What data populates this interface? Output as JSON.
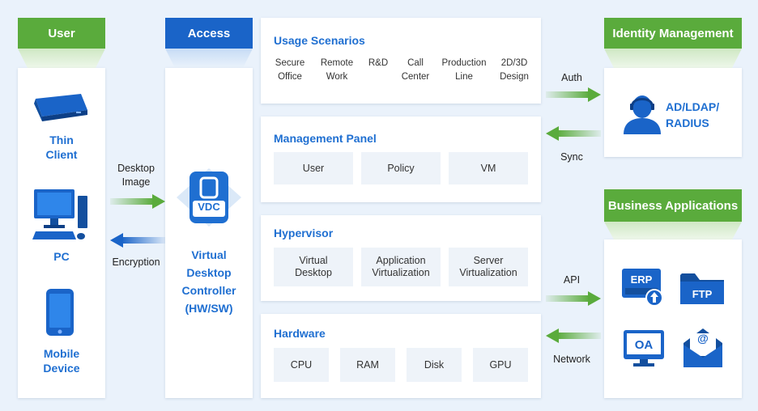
{
  "colors": {
    "green": "#5aab3c",
    "blue": "#1a64c8",
    "text_blue": "#1f6fd1"
  },
  "user": {
    "header": "User",
    "thin_client": "Thin\nClient",
    "pc": "PC",
    "mobile": "Mobile\nDevice"
  },
  "access": {
    "header": "Access",
    "vdc_label": "VDC",
    "controller": "Virtual\nDesktop\nController\n(HW/SW)"
  },
  "arrows_left": {
    "desktop_image": "Desktop\nImage",
    "encryption": "Encryption"
  },
  "usage": {
    "title": "Usage Scenarios",
    "items": [
      "Secure\nOffice",
      "Remote\nWork",
      "R&D",
      "Call\nCenter",
      "Production\nLine",
      "2D/3D\nDesign"
    ]
  },
  "management": {
    "title": "Management Panel",
    "items": [
      "User",
      "Policy",
      "VM"
    ]
  },
  "hypervisor": {
    "title": "Hypervisor",
    "items": [
      "Virtual\nDesktop",
      "Application\nVirtualization",
      "Server\nVirtualization"
    ]
  },
  "hardware": {
    "title": "Hardware",
    "items": [
      "CPU",
      "RAM",
      "Disk",
      "GPU"
    ]
  },
  "arrows_right": {
    "auth": "Auth",
    "sync": "Sync",
    "api": "API",
    "network": "Network"
  },
  "identity": {
    "header": "Identity Management",
    "label": "AD/LDAP/\nRADIUS"
  },
  "business": {
    "header": "Business Applications",
    "erp": "ERP",
    "ftp": "FTP",
    "oa": "OA",
    "email_symbol": "@"
  }
}
